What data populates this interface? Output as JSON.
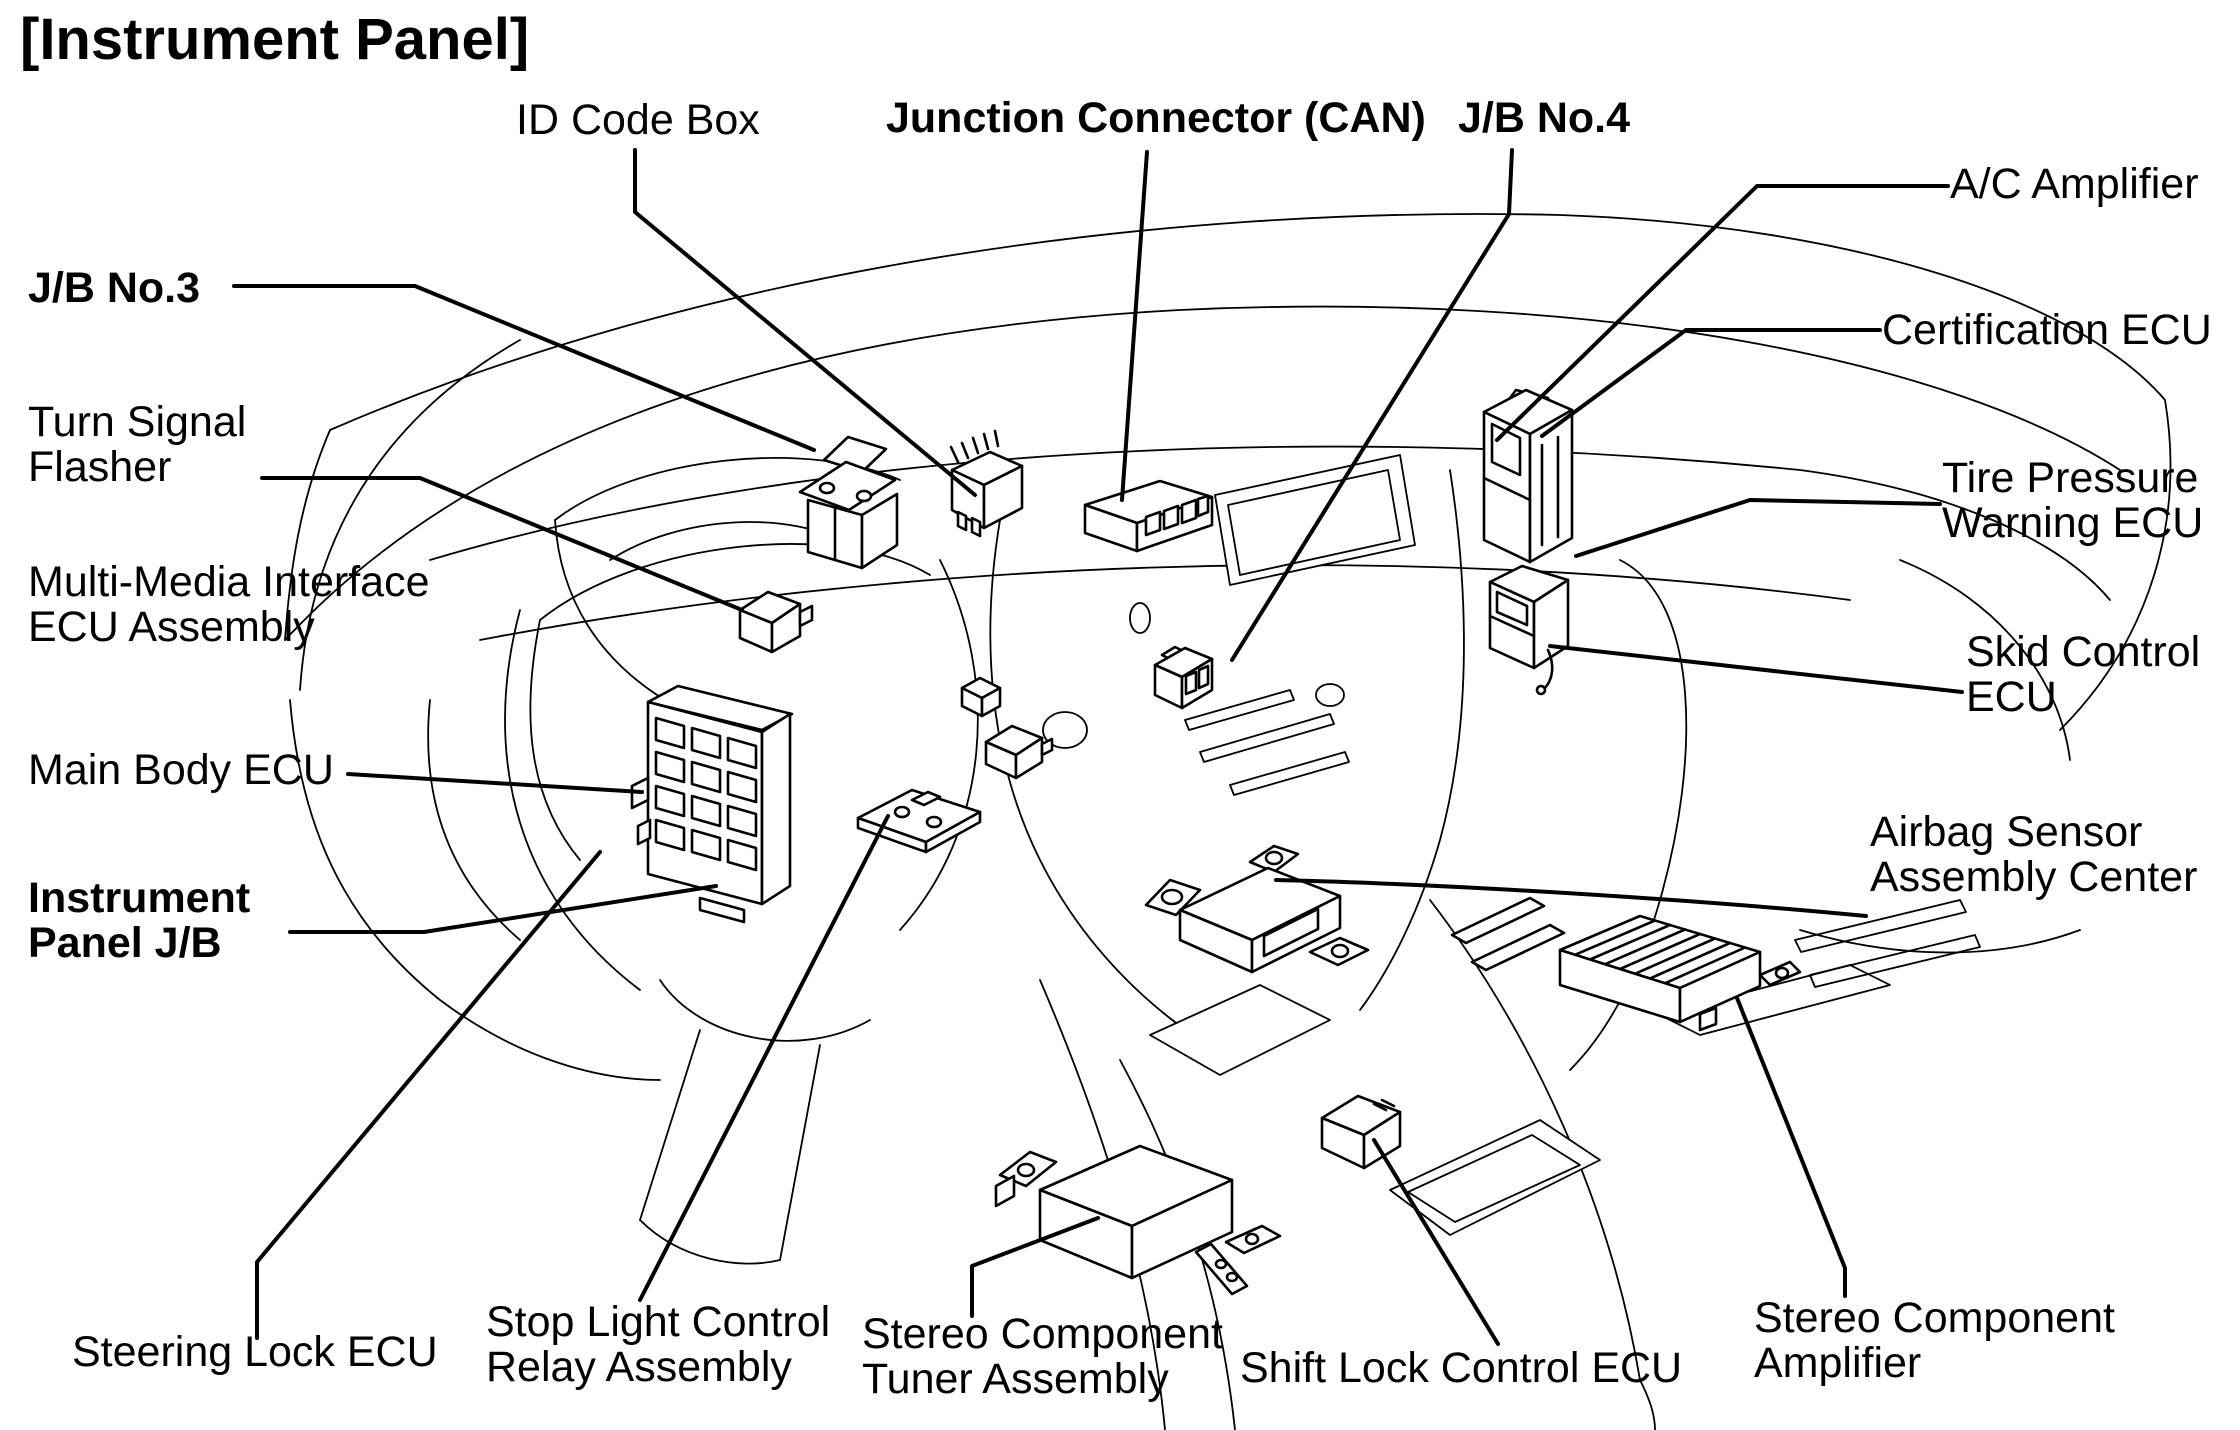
{
  "title": "[Instrument Panel]",
  "colors": {
    "line": "#000000",
    "background": "#ffffff",
    "text": "#000000"
  },
  "labels": {
    "id_code_box": "ID Code Box",
    "junction_connector_can": "Junction Connector (CAN)",
    "jb_no4": "J/B No.4",
    "ac_amplifier": "A/C Amplifier",
    "jb_no3": "J/B No.3",
    "certification_ecu": "Certification ECU",
    "turn_signal_flasher": "Turn Signal\nFlasher",
    "tire_pressure_warning_ecu": "Tire Pressure\nWarning ECU",
    "multi_media_interface_ecu_assembly": "Multi-Media Interface\nECU Assembly",
    "skid_control_ecu": "Skid Control\nECU",
    "main_body_ecu": "Main Body ECU",
    "airbag_sensor_assembly_center": "Airbag Sensor\nAssembly Center",
    "instrument_panel_jb": "Instrument\nPanel J/B",
    "steering_lock_ecu": "Steering Lock ECU",
    "stop_light_control_relay_assembly": "Stop Light Control\nRelay Assembly",
    "stereo_component_tuner_assembly": "Stereo Component\nTuner Assembly",
    "shift_lock_control_ecu": "Shift Lock Control ECU",
    "stereo_component_amplifier": "Stereo Component\nAmplifier"
  }
}
